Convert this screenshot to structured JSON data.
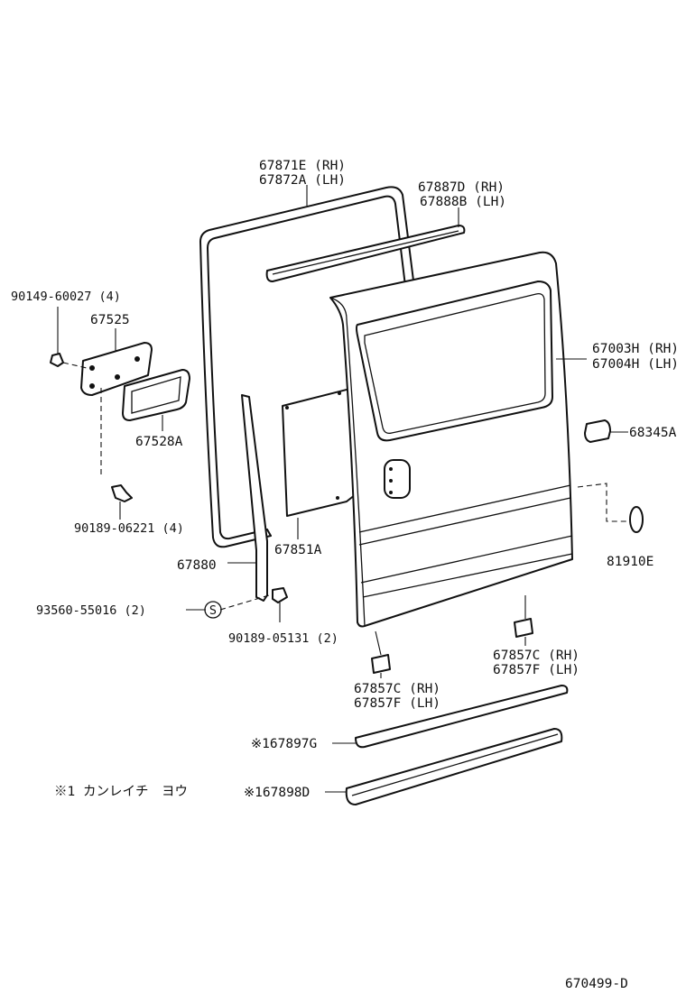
{
  "labels": {
    "p67871E": "67871E (RH)",
    "p67872A": "67872A (LH)",
    "p67887D": "67887D (RH)",
    "p67888B": "67888B (LH)",
    "p90149": "90149-60027 (4)",
    "p67525": "67525",
    "p67528A": "67528A",
    "p90189_06221": "90189-06221 (4)",
    "p67003H": "67003H (RH)",
    "p67004H": "67004H (LH)",
    "p68345A": "68345A",
    "p81910E": "81910E",
    "p67851A": "67851A",
    "p67880": "67880",
    "p93560": "93560-55016 (2)",
    "s_mark": "S",
    "p90189_05131": "90189-05131 (2)",
    "p67857C_r": "67857C (RH)",
    "p67857F_r": "67857F (LH)",
    "p67857C_l": "67857C (RH)",
    "p67857F_l": "67857F (LH)",
    "p167897G": "※167897G",
    "p167898D": "※167898D",
    "note": "※1 カンレイチ　ヨウ",
    "diagram_id": "670499-D"
  }
}
